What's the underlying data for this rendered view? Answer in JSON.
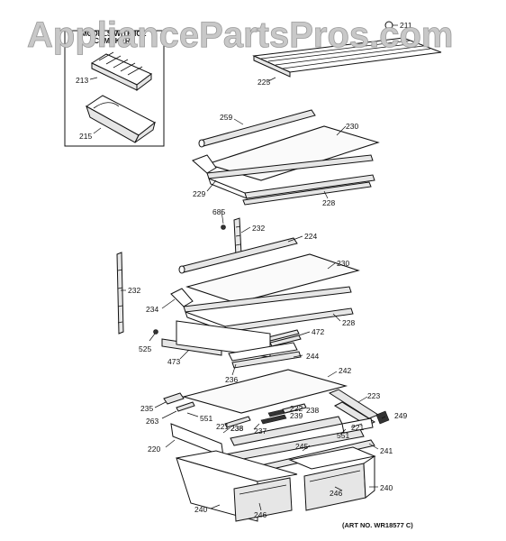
{
  "watermark": "AppliancePartsPros.com",
  "inset_box": {
    "title_line1": "MODELS WITH ICE",
    "title_line2": "ICEMAKER"
  },
  "art_number": "(ART NO. WR18577 C)",
  "part_labels": {
    "p211": "211",
    "p225": "225",
    "p213": "213",
    "p215": "215",
    "p259": "259",
    "p230a": "230",
    "p229": "229",
    "p228a": "228",
    "p685": "685",
    "p232a": "232",
    "p224": "224",
    "p232b": "232",
    "p230b": "230",
    "p234": "234",
    "p228b": "228",
    "p472": "472",
    "p525": "525",
    "p473": "473",
    "p244": "244",
    "p236": "236",
    "p242": "242",
    "p223": "223",
    "p235": "235",
    "p263": "263",
    "p551a": "551",
    "p222": "222",
    "p238a": "238",
    "p239": "239",
    "p238b": "238",
    "p249": "249",
    "p221a": "221",
    "p238c": "238",
    "p237": "237",
    "p221b": "221",
    "p551b": "551",
    "p220": "220",
    "p245": "245",
    "p241": "241",
    "p240a": "240",
    "p246a": "246",
    "p246b": "246",
    "p240b": "240"
  }
}
